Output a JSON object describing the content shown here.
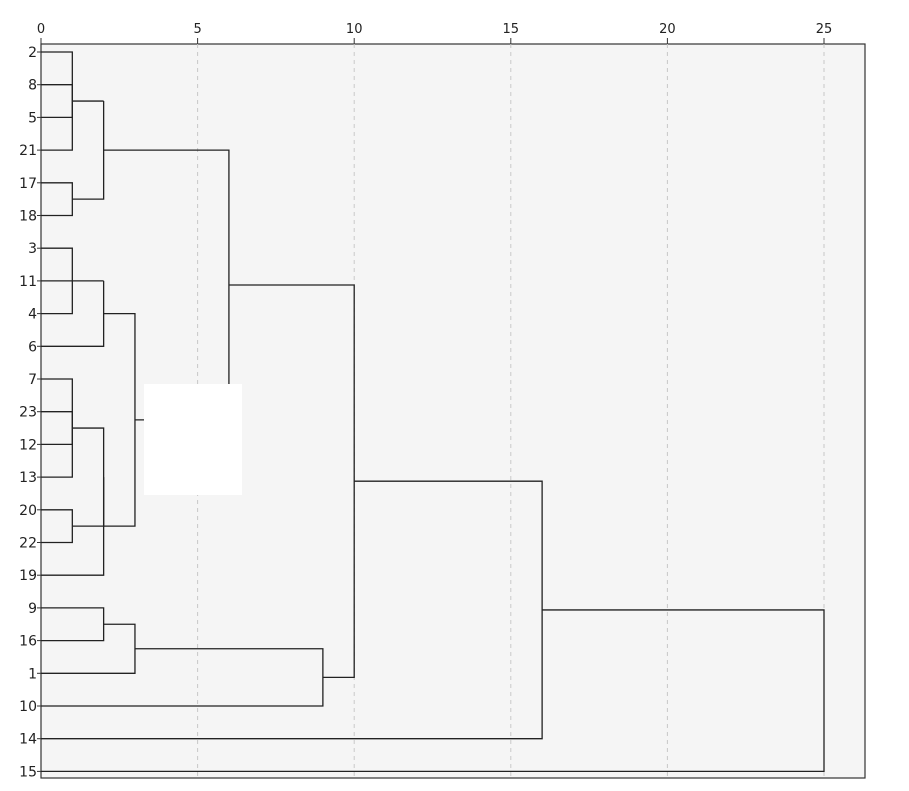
{
  "chart_data": {
    "type": "dendrogram",
    "title": "",
    "xlabel": "",
    "ylabel": "",
    "orientation": "horizontal",
    "xlim": [
      0,
      26.3
    ],
    "x_ticks": [
      0,
      5,
      10,
      15,
      20,
      25
    ],
    "x_tick_labels": [
      "0",
      "5",
      "10",
      "15",
      "20",
      "25"
    ],
    "x_axis_position": "top",
    "grid": true,
    "leaves": [
      "2",
      "8",
      "5",
      "21",
      "17",
      "18",
      "3",
      "11",
      "4",
      "6",
      "7",
      "23",
      "12",
      "13",
      "20",
      "22",
      "19",
      "9",
      "16",
      "1",
      "10",
      "14",
      "15"
    ],
    "merges": [
      {
        "a": "L:2",
        "b": "L:21",
        "height": 1
      },
      {
        "a": "L:8",
        "b": "L:5",
        "height": 1
      },
      {
        "a": "M:1",
        "b": "M:0",
        "height": 2
      },
      {
        "a": "L:17",
        "b": "L:18",
        "height": 1
      },
      {
        "a": "M:2",
        "b": "M:3",
        "height": 2
      },
      {
        "a": "L:3",
        "b": "L:4",
        "height": 1
      },
      {
        "a": "L:11",
        "b": "M:5",
        "height": 2
      },
      {
        "a": "M:6",
        "b": "L:6",
        "height": 2
      },
      {
        "a": "L:7",
        "b": "L:13",
        "height": 1
      },
      {
        "a": "L:23",
        "b": "L:12",
        "height": 1
      },
      {
        "a": "M:8",
        "b": "M:9",
        "height": 1
      },
      {
        "a": "L:20",
        "b": "L:22",
        "height": 1
      },
      {
        "a": "M:10",
        "b": "M:11",
        "height": 2
      },
      {
        "a": "M:12",
        "b": "L:19",
        "height": 2
      },
      {
        "a": "M:7",
        "b": "M:13",
        "height": 3
      },
      {
        "a": "M:4",
        "b": "M:14",
        "height": 6
      },
      {
        "a": "L:9",
        "b": "L:16",
        "height": 2
      },
      {
        "a": "M:16",
        "b": "L:1",
        "height": 3
      },
      {
        "a": "M:17",
        "b": "L:10",
        "height": 9
      },
      {
        "a": "M:15",
        "b": "M:18",
        "height": 10
      },
      {
        "a": "M:19",
        "b": "L:14",
        "height": 16
      },
      {
        "a": "M:20",
        "b": "L:15",
        "height": 25
      }
    ]
  }
}
